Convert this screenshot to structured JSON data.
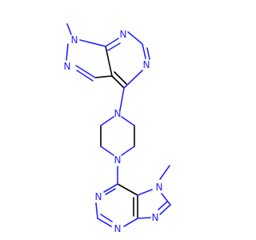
{
  "colors": {
    "nitrogen": "#2424ff",
    "carbon": "#000000",
    "background": "#ffffff"
  },
  "atoms": {
    "n1": "N",
    "n2": "N",
    "n3": "N",
    "n4": "N",
    "n5": "N",
    "n6": "N",
    "n7": "N",
    "n8": "N",
    "n9": "N",
    "n10": "N"
  }
}
